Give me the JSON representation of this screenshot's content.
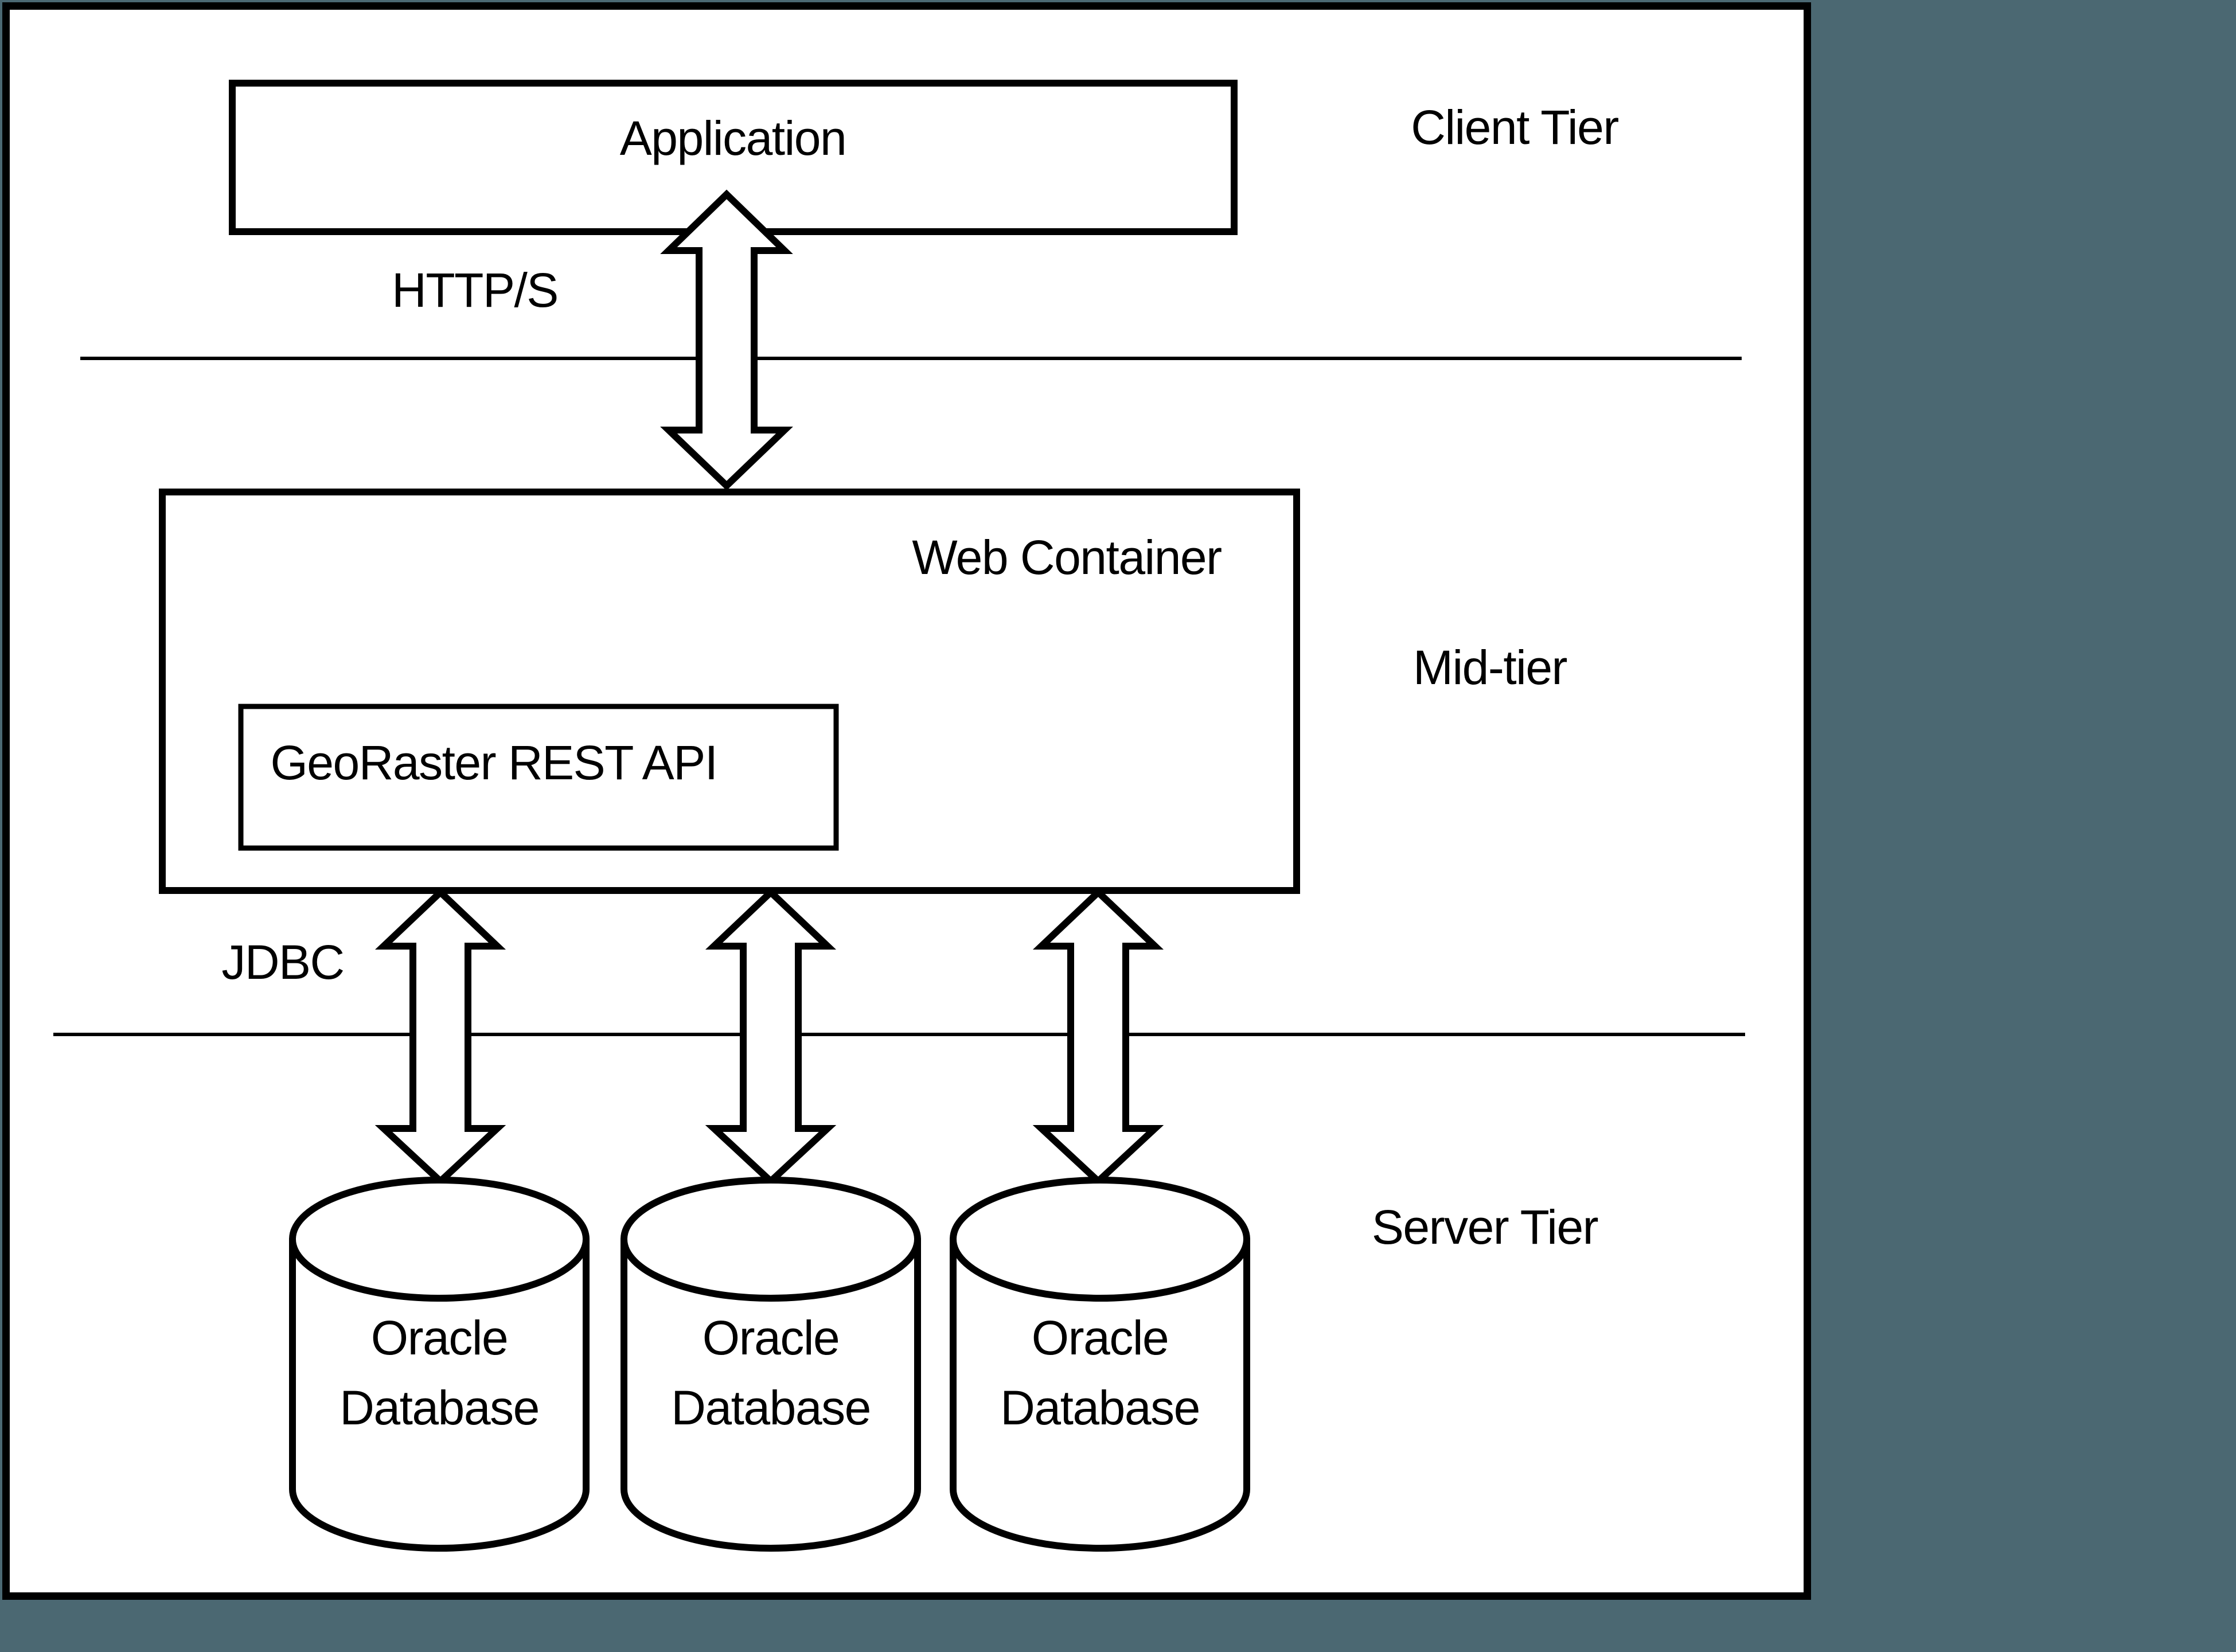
{
  "page": {
    "background_color": "#4B6872"
  },
  "diagram": {
    "background_color": "#FFFFFF",
    "line_color": "#000000",
    "tier_labels": {
      "client": "Client Tier",
      "mid": "Mid-tier",
      "server": "Server Tier"
    },
    "nodes": {
      "application": "Application",
      "web_container": "Web Container",
      "georaster_api": "GeoRaster REST API"
    },
    "protocols": {
      "http": "HTTP/S",
      "jdbc": "JDBC"
    },
    "databases": [
      {
        "line1": "Oracle",
        "line2": "Database"
      },
      {
        "line1": "Oracle",
        "line2": "Database"
      },
      {
        "line1": "Oracle",
        "line2": "Database"
      }
    ]
  }
}
